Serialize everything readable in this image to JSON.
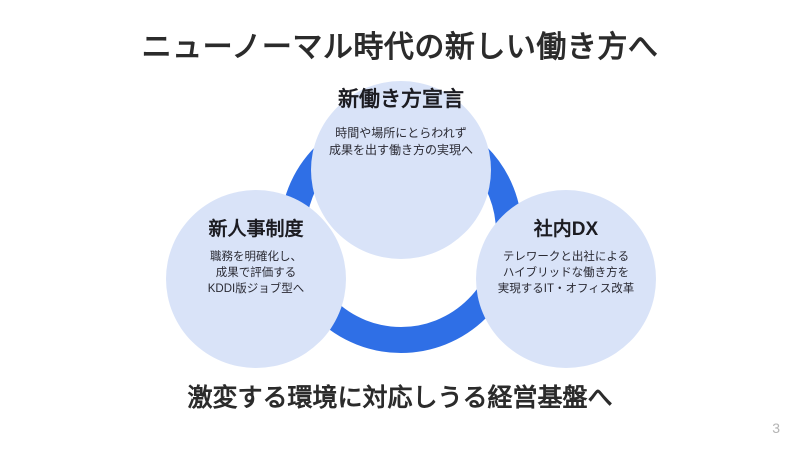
{
  "slide": {
    "title": "ニューノーマル時代の新しい働き方へ",
    "conclusion": "激変する環境に対応しうる経営基盤へ",
    "page_number": "3"
  },
  "theme": {
    "background": "#ffffff",
    "ring_blue": "#2f6fe6",
    "circle_fill": "#d9e3f8",
    "title_color": "#2b2b2b",
    "body_text_color": "#2a2a33",
    "page_number_color": "#b4b4b4"
  },
  "diagram": {
    "type": "cycle",
    "nodes": [
      {
        "id": "new-work-style-declaration",
        "position": "top",
        "title": "新働き方宣言",
        "description_lines": [
          "時間や場所にとらわれず",
          "成果を出す働き方の実現へ"
        ]
      },
      {
        "id": "new-hr-system",
        "position": "left",
        "title": "新人事制度",
        "description_lines": [
          "職務を明確化し、",
          "成果で評価する",
          "KDDI版ジョブ型へ"
        ]
      },
      {
        "id": "internal-dx",
        "position": "right",
        "title": "社内DX",
        "description_lines": [
          "テレワークと出社による",
          "ハイブリッドな働き方を",
          "実現するIT・オフィス改革"
        ]
      }
    ]
  }
}
